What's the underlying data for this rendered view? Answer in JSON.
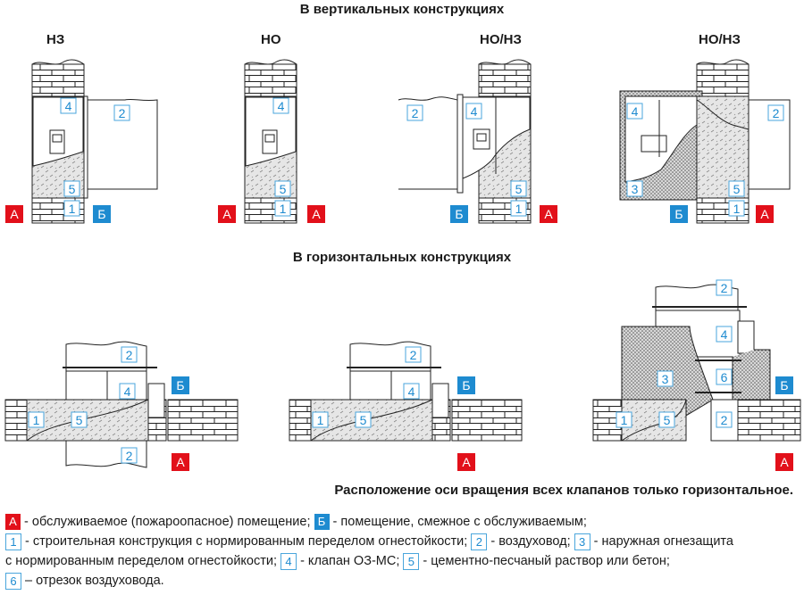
{
  "titles": {
    "vertical": "В вертикальных конструкциях",
    "horizontal": "В горизонтальных конструкциях"
  },
  "column_labels": [
    "НЗ",
    "НО",
    "НО/НЗ",
    "НО/НЗ"
  ],
  "marks": {
    "A": "А",
    "B": "Б",
    "n1": "1",
    "n2": "2",
    "n3": "3",
    "n4": "4",
    "n5": "5",
    "n6": "6"
  },
  "note": "Расположение оси вращения всех клапанов только горизонтальное.",
  "legend": {
    "l1_a": " - обслуживаемое (пожароопасное) помещение; ",
    "l1_b": " - помещение, смежное с обслуживаемым;",
    "l2_1": " - строительная конструкция с нормированным переделом огнестойкости; ",
    "l2_2": " - воздуховод; ",
    "l2_3": " - наружная огнезащита",
    "l3_a": "с нормированным переделом огнестойкости; ",
    "l3_4": " - клапан ОЗ-МС; ",
    "l3_5": " - цементно-песчаный раствор или бетон;",
    "l4_6": " – отрезок воздуховода."
  },
  "colors": {
    "room_A": "#e2101a",
    "room_B": "#1e8bd0",
    "number_box": "#4aa6dc",
    "hatch": "#8a8a8a",
    "lines": "#1a1a1a"
  }
}
